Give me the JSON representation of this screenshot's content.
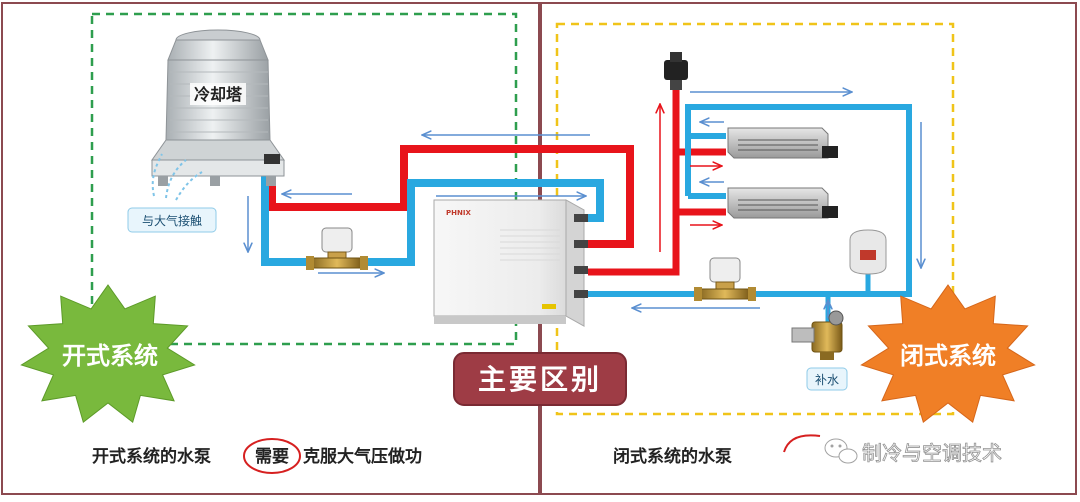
{
  "labels": {
    "cooling_tower": "冷却塔",
    "air_contact": "与大气接触",
    "open_system": "开式系统",
    "closed_system": "闭式系统",
    "main_difference": "主要区别",
    "makeup_water": "补水",
    "unit_brand": "PHNIX",
    "caption_open_prefix": "开式系统的水泵",
    "caption_open_circled": "需要",
    "caption_open_suffix": "克服大气压做功",
    "caption_closed_prefix": "闭式系统的水泵",
    "watermark": "制冷与空调技术"
  },
  "colors": {
    "border": "#8c4a50",
    "open_dash": "#2e9e4e",
    "closed_dash": "#f0c419",
    "hot_pipe": "#e8141b",
    "cold_pipe": "#29a8e0",
    "arrow": "#5a8fd0",
    "open_burst": "#79b93d",
    "closed_burst": "#f07f26",
    "badge": "#9e3c45",
    "circle": "#d62020"
  },
  "icons": [
    "cooling-tower-icon",
    "heat-pump-unit-icon",
    "water-pump-icon",
    "fan-coil-icon",
    "expansion-tank-icon",
    "air-vent-icon",
    "makeup-valve-icon",
    "wechat-icon"
  ]
}
